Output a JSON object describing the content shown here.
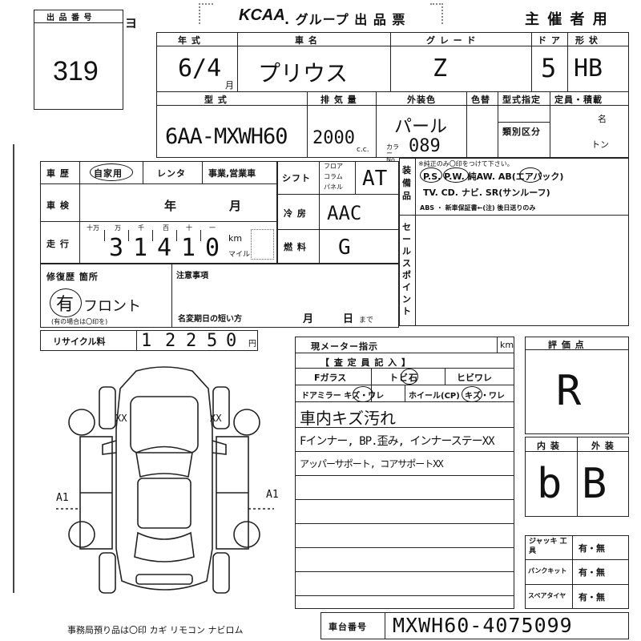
{
  "header": {
    "lot_label": "出 品 番 号",
    "lot_number": "319",
    "side_mark": "ヨ",
    "logo": "KCAA",
    "title": ". グループ 出 品 票",
    "copy_label": "主 催 者 用"
  },
  "vehicle": {
    "year_label": "年 式",
    "year_value": "6/4",
    "year_suffix": "月",
    "name_label": "車 名",
    "name_value": "プリウス",
    "grade_label": "グ レ ー ド",
    "grade_value": "Z",
    "door_label": "ド ア",
    "door_value": "5",
    "body_label": "形 状",
    "body_value": "HB",
    "model_label": "型 式",
    "model_value": "6AA-MXWH60",
    "disp_label": "排 気 量",
    "disp_value": "2000",
    "disp_unit": "c.c.",
    "color_label": "外装色",
    "color_value": "パール",
    "color_no_label": "カラー No.",
    "color_no_value": "089",
    "color_change_label": "色替",
    "type_spec_label": "型式指定",
    "class_label": "類別区分",
    "capacity_label": "定員・積載",
    "capacity_unit1": "名",
    "capacity_unit2": "トン"
  },
  "history": {
    "history_label": "車 歴",
    "history_options": [
      "自家用",
      "レンタ",
      "事業,営業車"
    ],
    "inspection_label": "車 検",
    "inspection_year": "年",
    "inspection_month": "月",
    "mileage_label": "走 行",
    "digit_units": [
      "十万",
      "万",
      "千",
      "百",
      "十",
      "一"
    ],
    "mileage_digits": [
      "3",
      "1",
      "4",
      "1",
      "0"
    ],
    "km_unit": "km",
    "mile_unit": "マイル"
  },
  "drivetrain": {
    "shift_label": "シフト",
    "shift_pos": [
      "フロア",
      "コラム",
      "パネル"
    ],
    "shift_value": "AT",
    "ac_label": "冷 房",
    "ac_value": "AAC",
    "fuel_label": "燃 料",
    "fuel_value": "G"
  },
  "equipment": {
    "label": "装 備 品",
    "note": "※純正のみ〇印をつけて下さい。",
    "line1": "P.S. P.W. 純AW. AB(エアバック)",
    "line2": "TV. CD. ナビ. SR(サンルーフ)",
    "line3": "ABS ・ 新車保証書←(注) 後日送りのみ",
    "sales_label": "セールスポイント"
  },
  "repair": {
    "label": "修復歴 箇所",
    "value": "有",
    "location": "フロント",
    "hint": "(有の場合は〇印を)",
    "notes_label": "注意事項",
    "short_period_label": "名変期日の短い方",
    "month": "月",
    "day": "日",
    "until": "まで"
  },
  "recycle": {
    "label": "リサイクル料",
    "digits": [
      "1",
      "2",
      "2",
      "5",
      "0"
    ],
    "unit": "円"
  },
  "meter": {
    "label": "現メーター指示",
    "unit": "km"
  },
  "inspection": {
    "title": "【 査 定 員 記 入 】",
    "cells": [
      "Fガラス",
      "トビ石",
      "ヒビワレ",
      "ドアミラー キズ・ワレ",
      "ホイール(CP)",
      "キズ・ワレ"
    ],
    "notes": [
      "車内キズ汚れ",
      "Fインナー, BP.歪み, インナーステーXX",
      "アッパーサポート, コアサポートXX"
    ]
  },
  "diagram": {
    "marks": [
      "A1",
      "A1",
      "XX",
      "XX"
    ]
  },
  "grades": {
    "score_label": "評 価 点",
    "score": "R",
    "interior_label": "内 装",
    "interior": "b",
    "exterior_label": "外 装",
    "exterior": "B"
  },
  "accessories": {
    "rows": [
      {
        "label": "ジャッキ 工 具",
        "value": "有・無"
      },
      {
        "label": "パンクキット",
        "value": "有・無"
      },
      {
        "label": "スペアタイヤ",
        "value": "有・無"
      }
    ]
  },
  "footer": {
    "office_note": "事務局預り品は〇印  カギ リモコン ナビロム",
    "chassis_label": "車台番号",
    "chassis_value": "MXWH60-4075099"
  }
}
